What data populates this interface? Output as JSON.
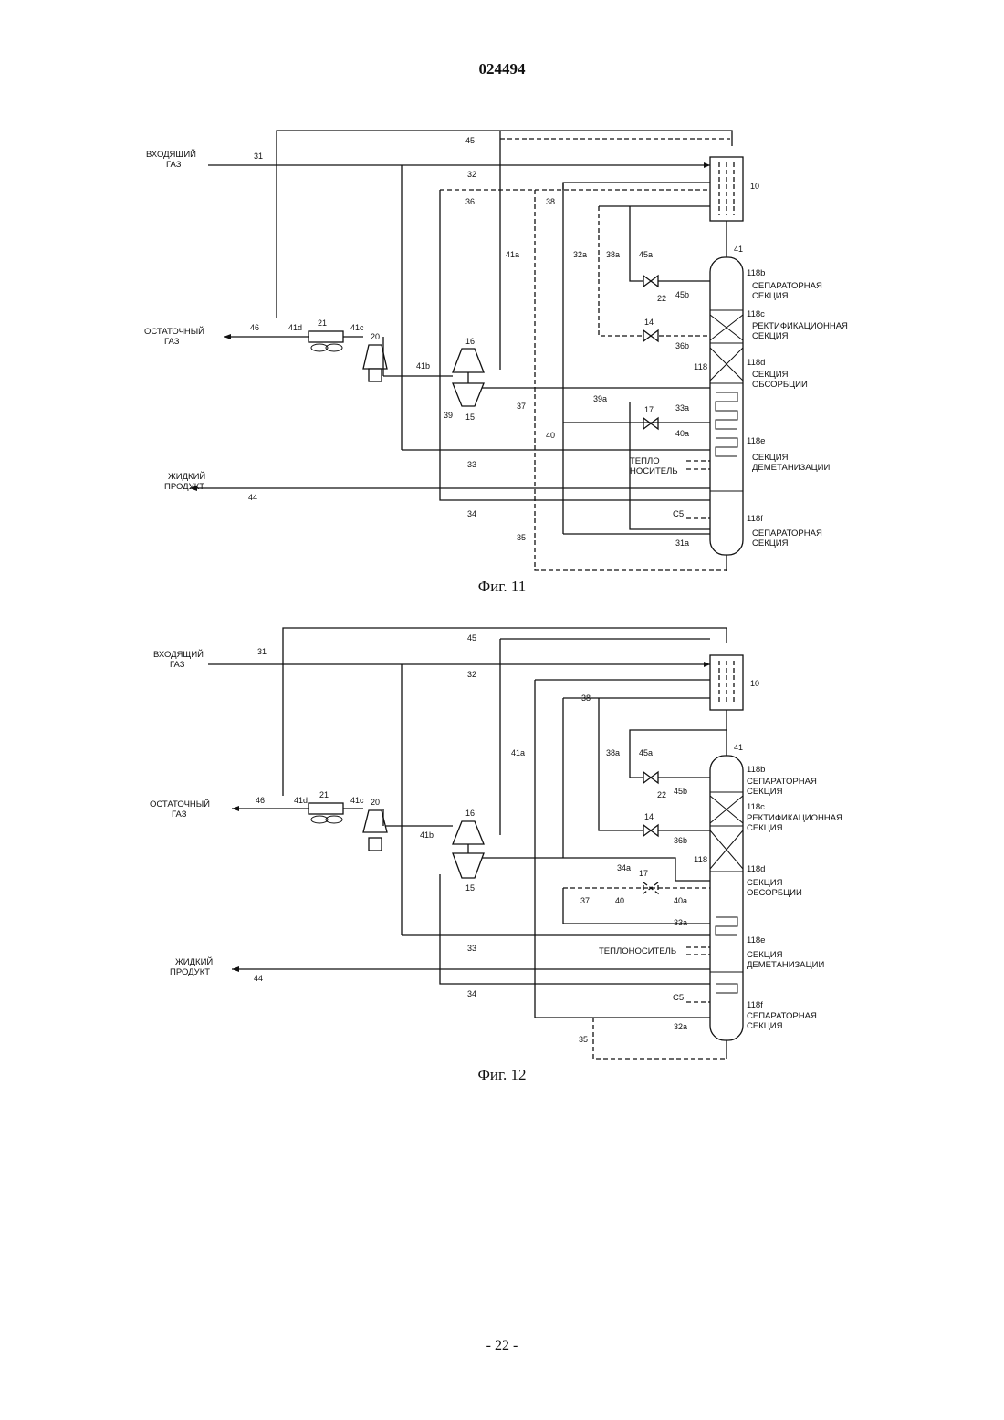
{
  "document_number": "024494",
  "page_number": "- 22 -",
  "fig11": {
    "caption": "Фиг. 11",
    "inlet_label": [
      "ВХОДЯЩИЙ",
      "ГАЗ"
    ],
    "residue_label": [
      "ОСТАТОЧНЫЙ",
      "ГАЗ"
    ],
    "liquid_label": [
      "ЖИДКИЙ",
      "ПРОДУКТ"
    ],
    "heat_medium_label": [
      "ТЕПЛО",
      "НОСИТЕЛЬ"
    ],
    "c5_label": "C5",
    "sections": {
      "b": {
        "ref": "118b",
        "lines": [
          "СЕПАРАТОРНАЯ",
          "СЕКЦИЯ"
        ]
      },
      "c": {
        "ref": "118c",
        "lines": [
          "РЕКТИФИКАЦИОННАЯ",
          "СЕКЦИЯ"
        ]
      },
      "d": {
        "ref": "118d",
        "lines": [
          "СЕКЦИЯ",
          "ОБСОРБЦИИ"
        ]
      },
      "e": {
        "ref": "118e",
        "lines": [
          "СЕКЦИЯ",
          "ДЕМЕТАНИЗАЦИИ"
        ]
      },
      "f": {
        "ref": "118f",
        "lines": [
          "СЕПАРАТОРНАЯ",
          "СЕКЦИЯ"
        ]
      }
    },
    "tower_ref": "118",
    "refs": {
      "s31": "31",
      "s32": "32",
      "s36": "36",
      "s38": "38",
      "s45": "45",
      "hx": "10",
      "s41": "41",
      "s41a": "41a",
      "s32a": "32a",
      "s38a": "38a",
      "s45a": "45a",
      "v22": "22",
      "s45b": "45b",
      "v14": "14",
      "s36b": "36b",
      "s46": "46",
      "s41d": "41d",
      "ac21": "21",
      "s41c": "41c",
      "comp20": "20",
      "s41b": "41b",
      "comp16": "16",
      "exp15": "15",
      "s39": "39",
      "s39a": "39a",
      "s37": "37",
      "s40": "40",
      "v17": "17",
      "s33a": "33a",
      "s40a": "40a",
      "s33": "33",
      "s44": "44",
      "s34": "34",
      "s35": "35",
      "s31a": "31a"
    }
  },
  "fig12": {
    "caption": "Фиг. 12",
    "inlet_label": [
      "ВХОДЯЩИЙ",
      "ГАЗ"
    ],
    "residue_label": [
      "ОСТАТОЧНЫЙ",
      "ГАЗ"
    ],
    "liquid_label": [
      "ЖИДКИЙ",
      "ПРОДУКТ"
    ],
    "heat_medium_label": "ТЕПЛОНОСИТЕЛЬ",
    "c5_label": "C5",
    "sections": {
      "b": {
        "ref": "118b",
        "lines": [
          "СЕПАРАТОРНАЯ",
          "СЕКЦИЯ"
        ]
      },
      "c": {
        "ref": "118c",
        "lines": [
          "РЕКТИФИКАЦИОННАЯ",
          "СЕКЦИЯ"
        ]
      },
      "d": {
        "ref": "118d",
        "lines": [
          "СЕКЦИЯ",
          "ОБСОРБЦИИ"
        ]
      },
      "e": {
        "ref": "118e",
        "lines": [
          "СЕКЦИЯ",
          "ДЕМЕТАНИЗАЦИИ"
        ]
      },
      "f": {
        "ref": "118f",
        "lines": [
          "СЕПАРАТОРНАЯ",
          "СЕКЦИЯ"
        ]
      }
    },
    "tower_ref": "118",
    "refs": {
      "s31": "31",
      "s32": "32",
      "s38": "38",
      "s45": "45",
      "hx": "10",
      "s41": "41",
      "s41a": "41a",
      "s38a": "38a",
      "s45a": "45a",
      "v22": "22",
      "s45b": "45b",
      "v14": "14",
      "s36b": "36b",
      "s46": "46",
      "s41d": "41d",
      "ac21": "21",
      "s41c": "41c",
      "comp20": "20",
      "s41b": "41b",
      "comp16": "16",
      "exp15": "15",
      "s34a": "34a",
      "v17": "17",
      "s37": "37",
      "s40": "40",
      "s40a": "40a",
      "s33a": "33a",
      "s33": "33",
      "s44": "44",
      "s34": "34",
      "s32a": "32a",
      "s35": "35"
    }
  }
}
